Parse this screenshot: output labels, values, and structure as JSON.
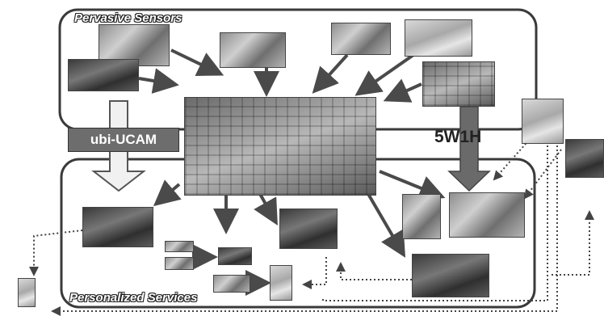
{
  "labels": {
    "sensors_region": "Pervasive Sensors",
    "services_region": "Personalized Services",
    "middleware": "ubi-UCAM",
    "context_model": "5W1H"
  },
  "colors": {
    "border": "#3a3a3a",
    "arrow": "#4a4a4a",
    "banner": "#6d6d6d",
    "dotted_link": "#444444"
  }
}
